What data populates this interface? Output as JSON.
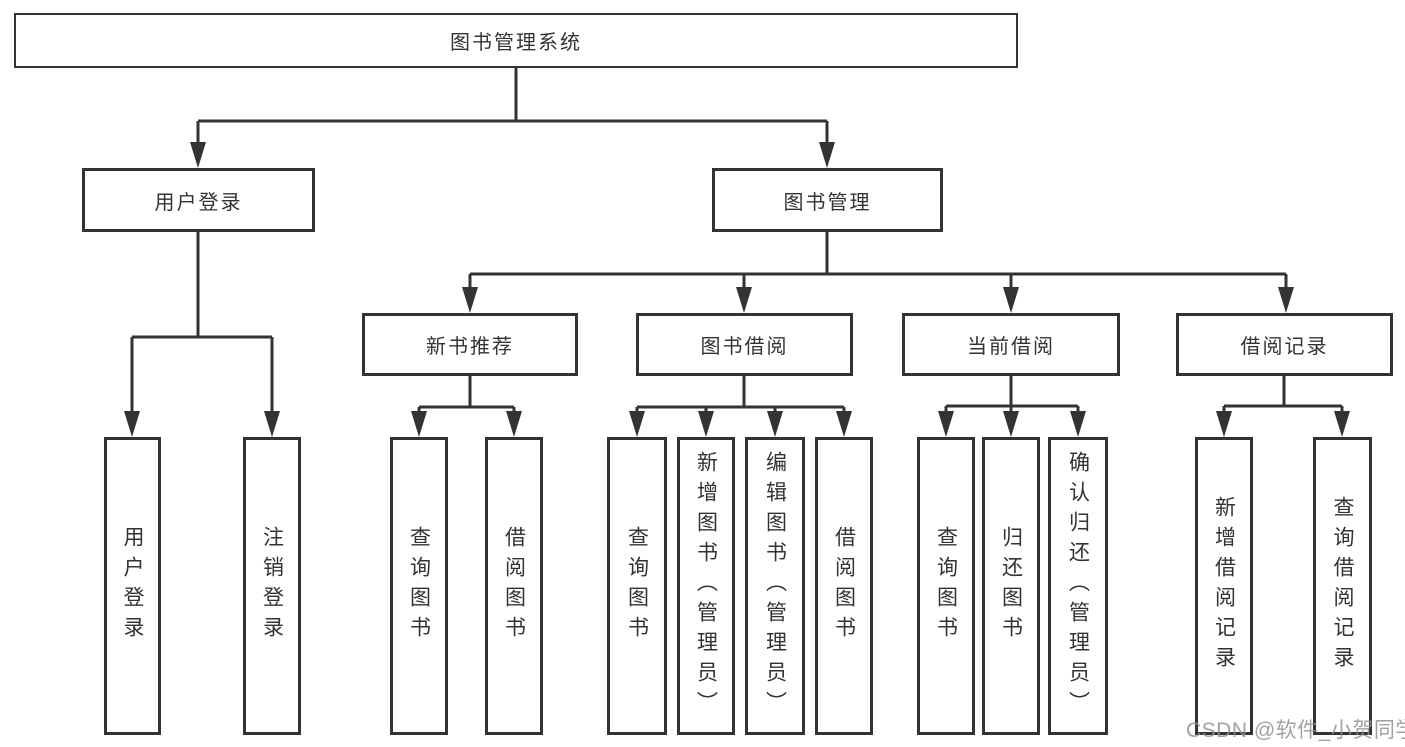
{
  "diagram": {
    "title_node": {
      "label": "图书管理系统"
    },
    "root": {
      "label": "图书管理系统"
    },
    "level2": [
      {
        "label": "用户登录"
      },
      {
        "label": "图书管理"
      }
    ],
    "level3": [
      {
        "label": "新书推荐",
        "parent": "图书管理"
      },
      {
        "label": "图书借阅",
        "parent": "图书管理"
      },
      {
        "label": "当前借阅",
        "parent": "图书管理"
      },
      {
        "label": "借阅记录",
        "parent": "图书管理"
      }
    ],
    "leaves": [
      {
        "label": "用户登录",
        "parent": "用户登录"
      },
      {
        "label": "注销登录",
        "parent": "用户登录"
      },
      {
        "label": "查询图书",
        "parent": "新书推荐"
      },
      {
        "label": "借阅图书",
        "parent": "新书推荐"
      },
      {
        "label": "查询图书",
        "parent": "图书借阅"
      },
      {
        "label": "新增图书（管理员）",
        "parent": "图书借阅"
      },
      {
        "label": "编辑图书（管理员）",
        "parent": "图书借阅"
      },
      {
        "label": "借阅图书",
        "parent": "图书借阅"
      },
      {
        "label": "查询图书",
        "parent": "当前借阅"
      },
      {
        "label": "归还图书",
        "parent": "当前借阅"
      },
      {
        "label": "确认归还（管理员）",
        "parent": "当前借阅"
      },
      {
        "label": "新增借阅记录",
        "parent": "借阅记录"
      },
      {
        "label": "查询借阅记录",
        "parent": "借阅记录"
      }
    ],
    "watermark": "CSDN @软件_小贺同学",
    "colors": {
      "line": "#333333",
      "text": "#333333",
      "background": "#ffffff",
      "watermark": "#919191"
    }
  }
}
